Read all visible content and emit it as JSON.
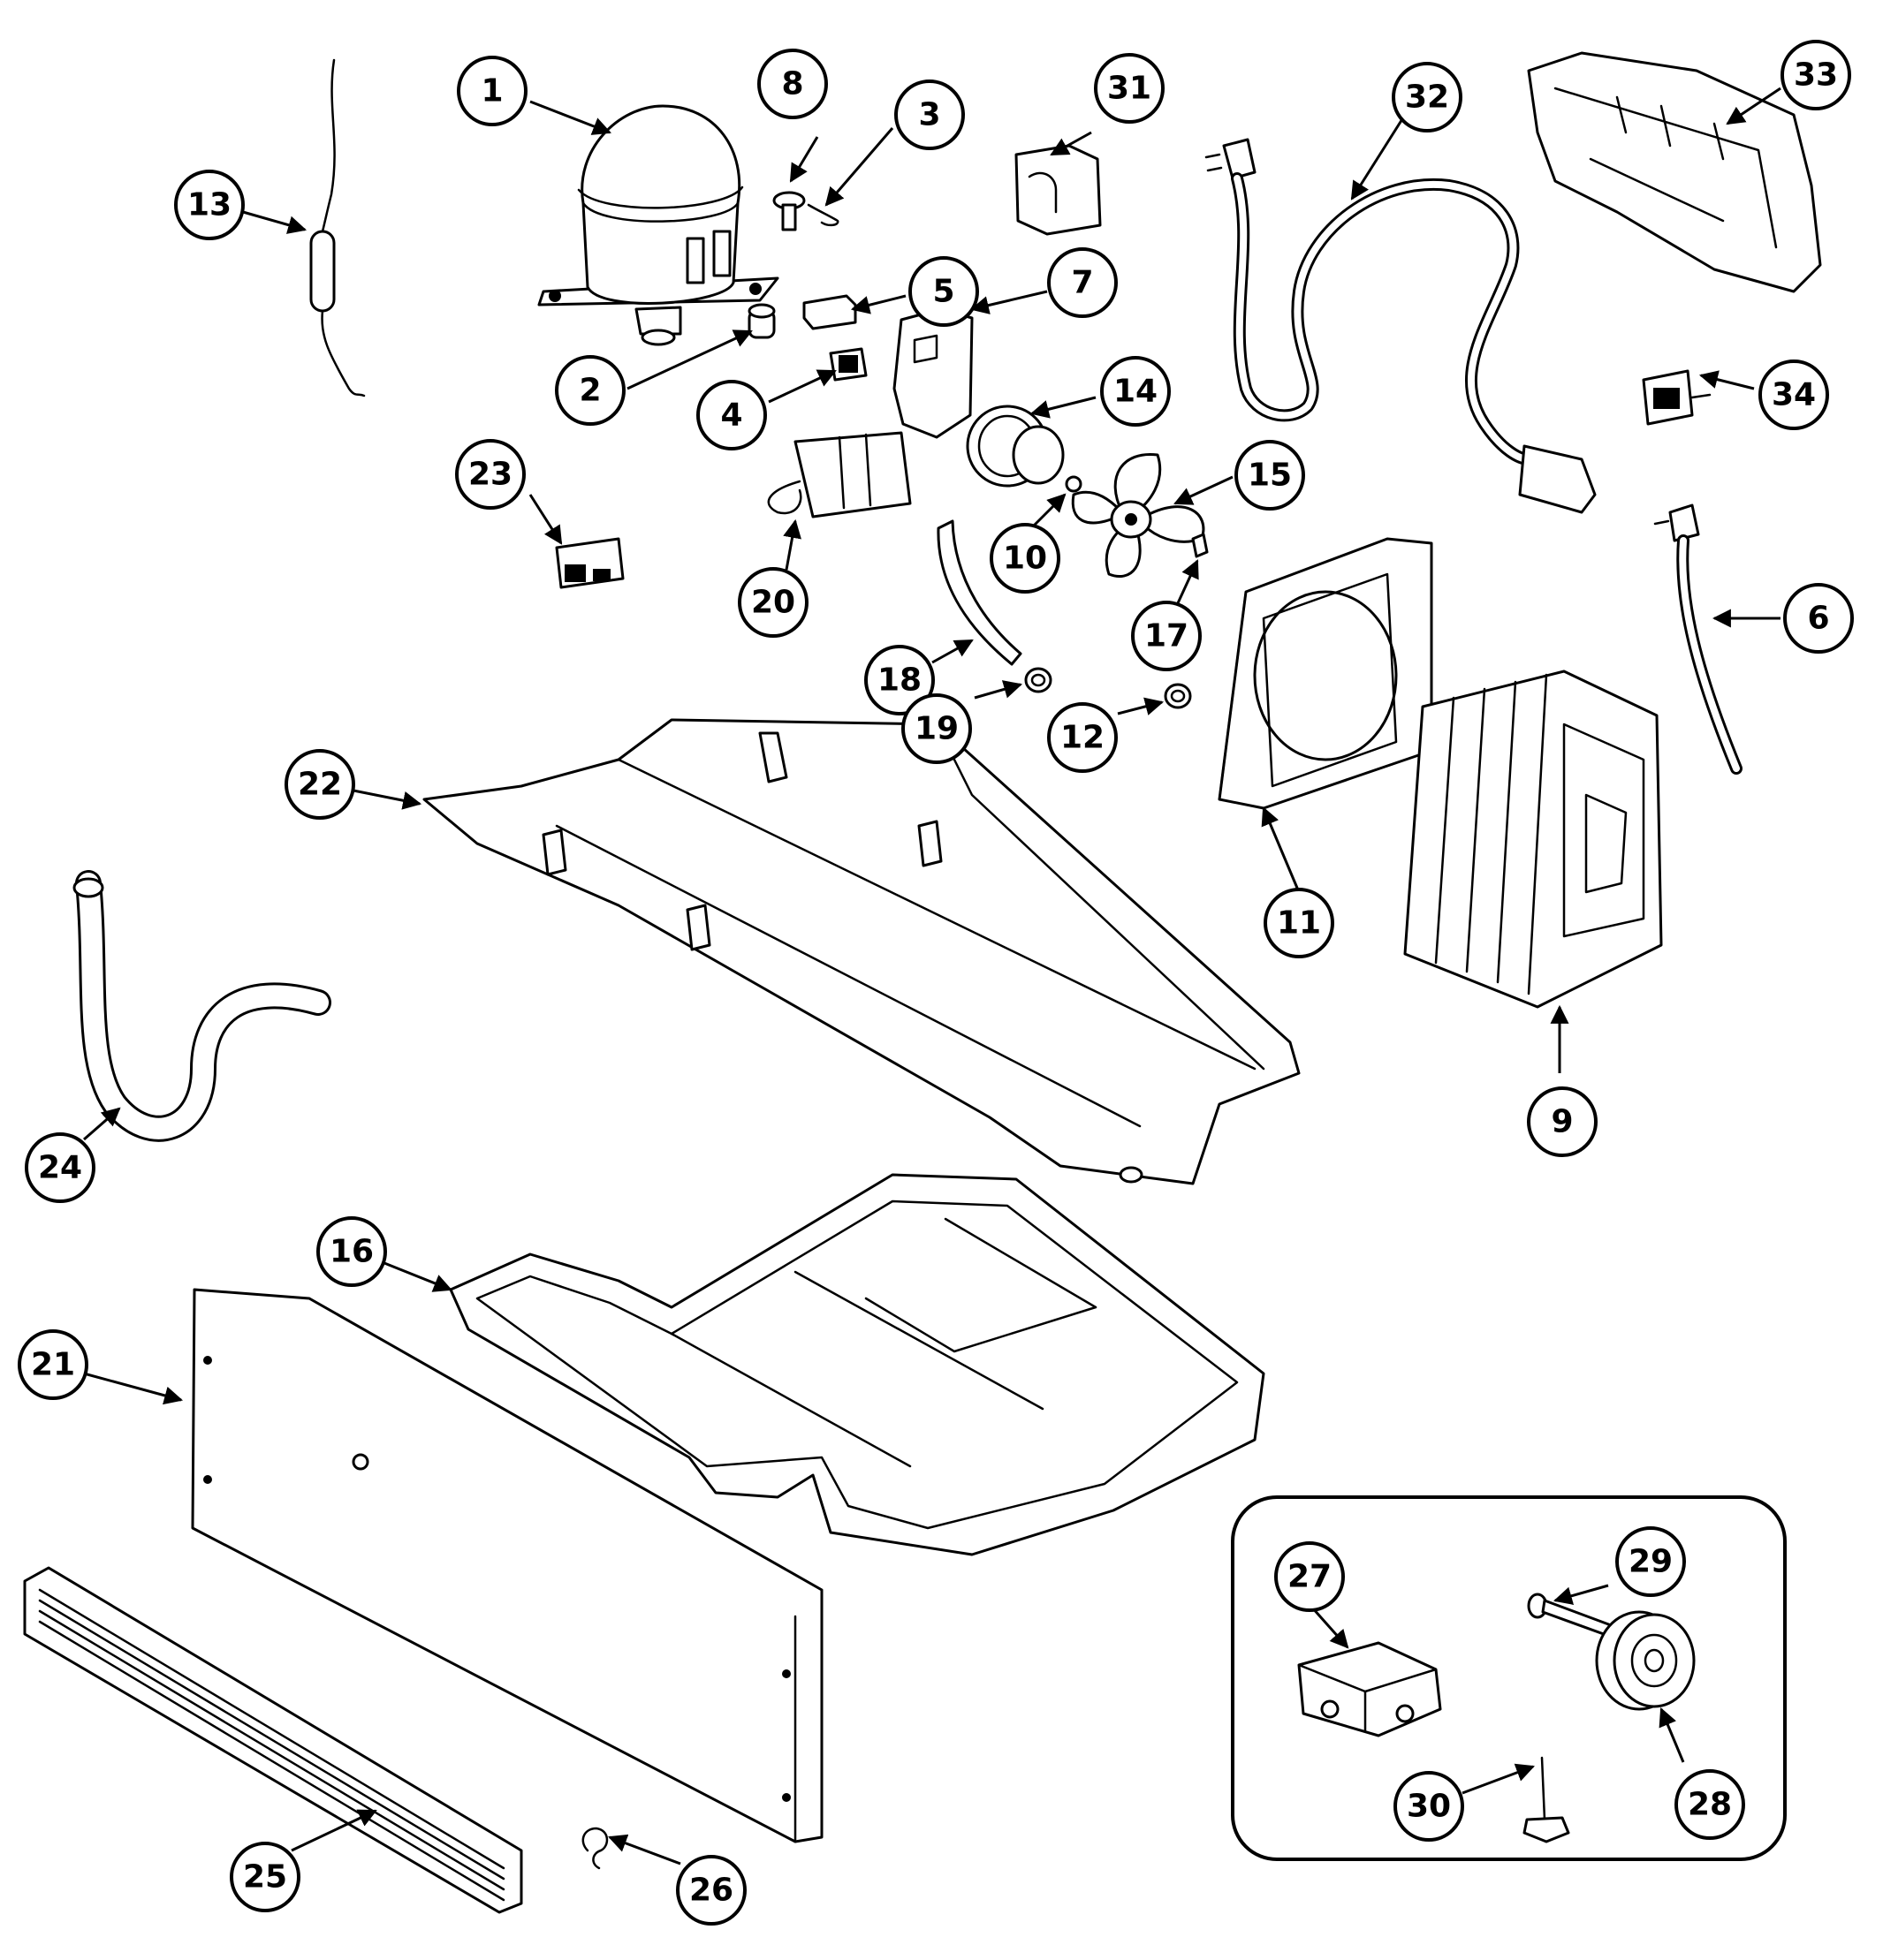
{
  "diagram": {
    "callouts": [
      {
        "label": "1"
      },
      {
        "label": "2"
      },
      {
        "label": "3"
      },
      {
        "label": "4"
      },
      {
        "label": "5"
      },
      {
        "label": "6"
      },
      {
        "label": "7"
      },
      {
        "label": "8"
      },
      {
        "label": "9"
      },
      {
        "label": "10"
      },
      {
        "label": "11"
      },
      {
        "label": "12"
      },
      {
        "label": "13"
      },
      {
        "label": "14"
      },
      {
        "label": "15"
      },
      {
        "label": "16"
      },
      {
        "label": "17"
      },
      {
        "label": "18"
      },
      {
        "label": "19"
      },
      {
        "label": "20"
      },
      {
        "label": "21"
      },
      {
        "label": "22"
      },
      {
        "label": "23"
      },
      {
        "label": "24"
      },
      {
        "label": "25"
      },
      {
        "label": "26"
      },
      {
        "label": "27"
      },
      {
        "label": "28"
      },
      {
        "label": "29"
      },
      {
        "label": "30"
      },
      {
        "label": "31"
      },
      {
        "label": "32"
      },
      {
        "label": "33"
      },
      {
        "label": "34"
      }
    ]
  }
}
